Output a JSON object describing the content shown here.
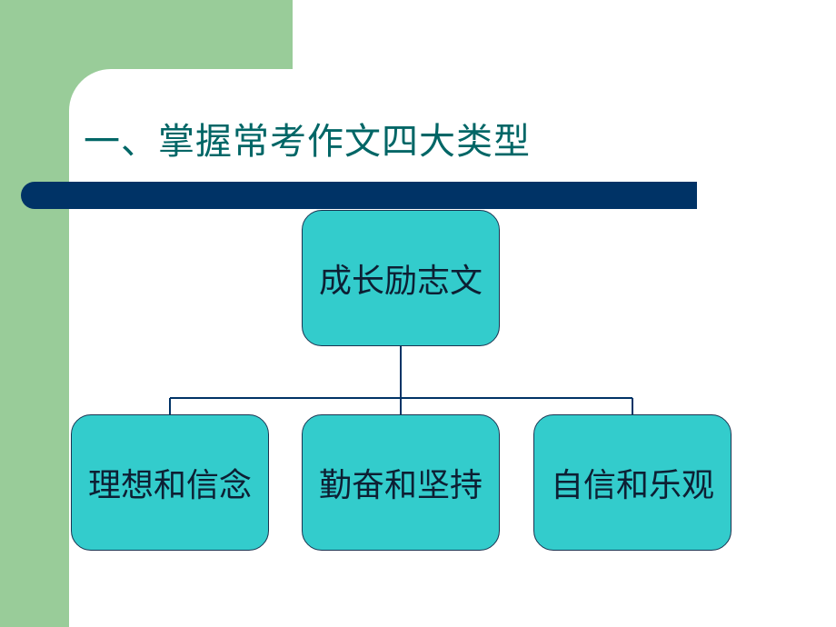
{
  "slide": {
    "title": "一、掌握常考作文四大类型"
  },
  "diagram": {
    "root": {
      "label": "成长励志文"
    },
    "children": [
      {
        "label": "理想和信念"
      },
      {
        "label": "勤奋和坚持"
      },
      {
        "label": "自信和乐观"
      }
    ]
  },
  "colors": {
    "sidebar_green": "#99cc99",
    "title_text": "#006666",
    "title_bar": "#003366",
    "node_fill": "#33cccc",
    "node_border": "#1a3350",
    "connector": "#003366"
  }
}
